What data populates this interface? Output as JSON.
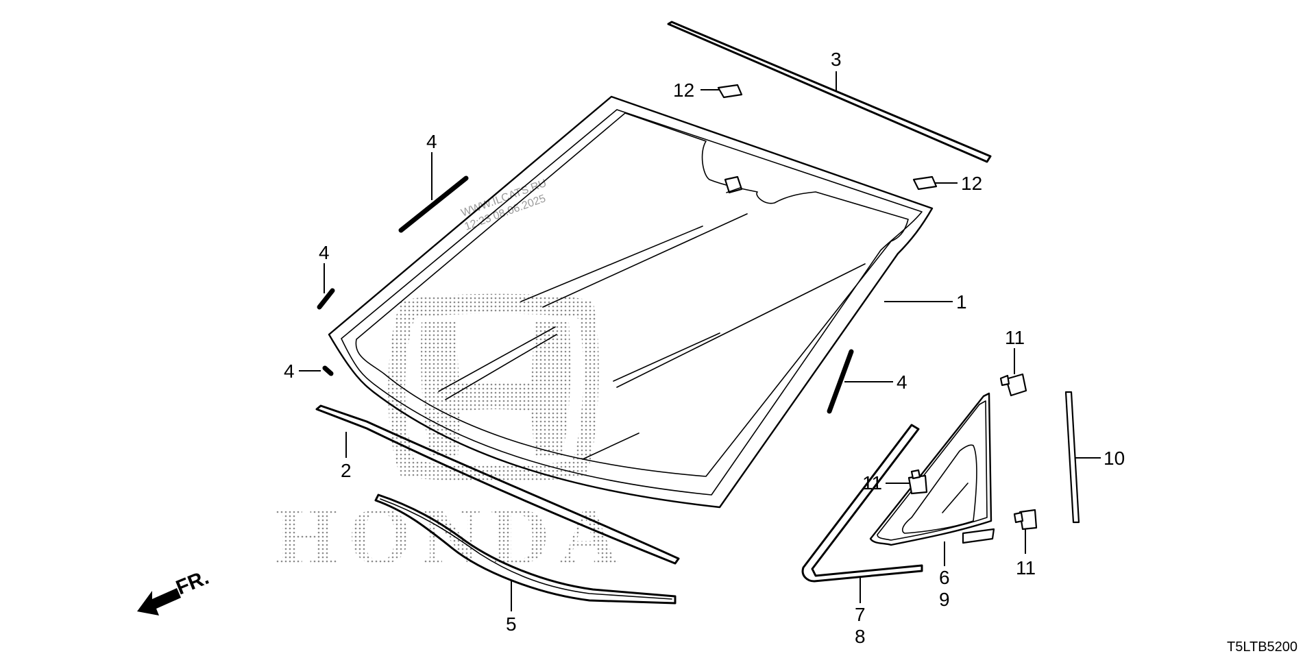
{
  "diagram": {
    "footer_code": "T5LTB5200",
    "watermark": {
      "line1": "WWW.ILCATS.RU",
      "line2": "12:23 08.06.2025"
    },
    "brand_text": "HONDA",
    "front_indicator": "FR.",
    "callouts": {
      "c1": "1",
      "c2": "2",
      "c3": "3",
      "c4a": "4",
      "c4b": "4",
      "c4c": "4",
      "c4d": "4",
      "c5": "5",
      "c6": "6",
      "c9": "9",
      "c7": "7",
      "c8": "8",
      "c10": "10",
      "c11a": "11",
      "c11b": "11",
      "c11c": "11",
      "c12a": "12",
      "c12b": "12"
    }
  }
}
